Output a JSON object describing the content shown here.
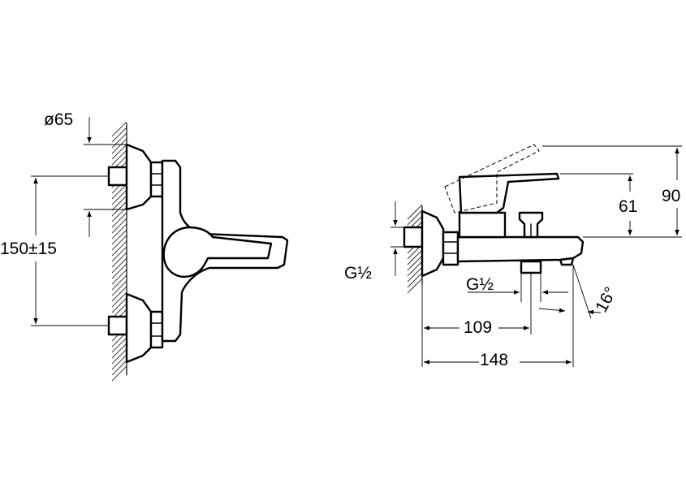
{
  "front_view": {
    "diameter_label": "ø65",
    "center_distance_label": "150±15"
  },
  "side_view": {
    "connection_thread_label": "G½",
    "outlet_thread_label": "G½",
    "height_short_label": "61",
    "height_tall_label": "90",
    "projection_short_label": "109",
    "projection_long_label": "148",
    "spout_angle_label": "16°"
  }
}
